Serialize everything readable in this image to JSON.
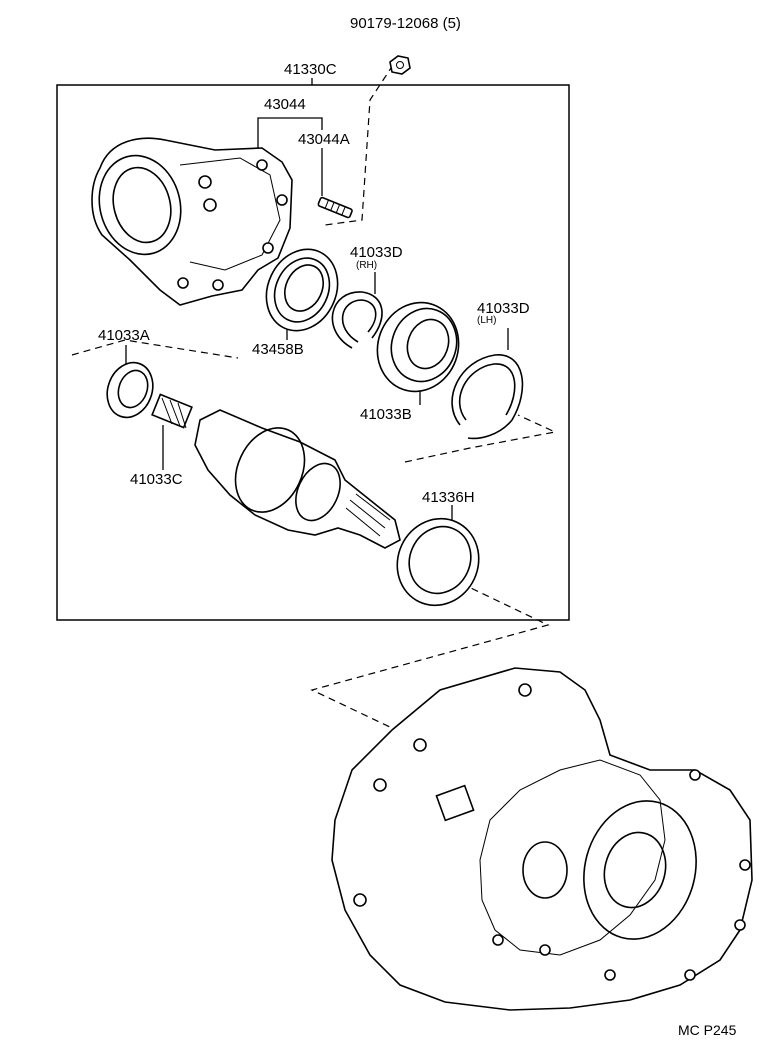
{
  "labels": {
    "nut": "90179-12068",
    "nut_qty": "(5)",
    "assembly": "41330C",
    "case": "43044",
    "stud": "43044A",
    "snap_ring_rh": "41033D",
    "snap_ring_rh_side": "(RH)",
    "snap_ring_lh": "41033D",
    "snap_ring_lh_side": "(LH)",
    "oil_seal": "43458B",
    "bearing_a": "41033A",
    "bearing_b": "41033B",
    "needle_bearing": "41033C",
    "seal_h": "41336H"
  },
  "footer": {
    "code": "MC P245"
  }
}
